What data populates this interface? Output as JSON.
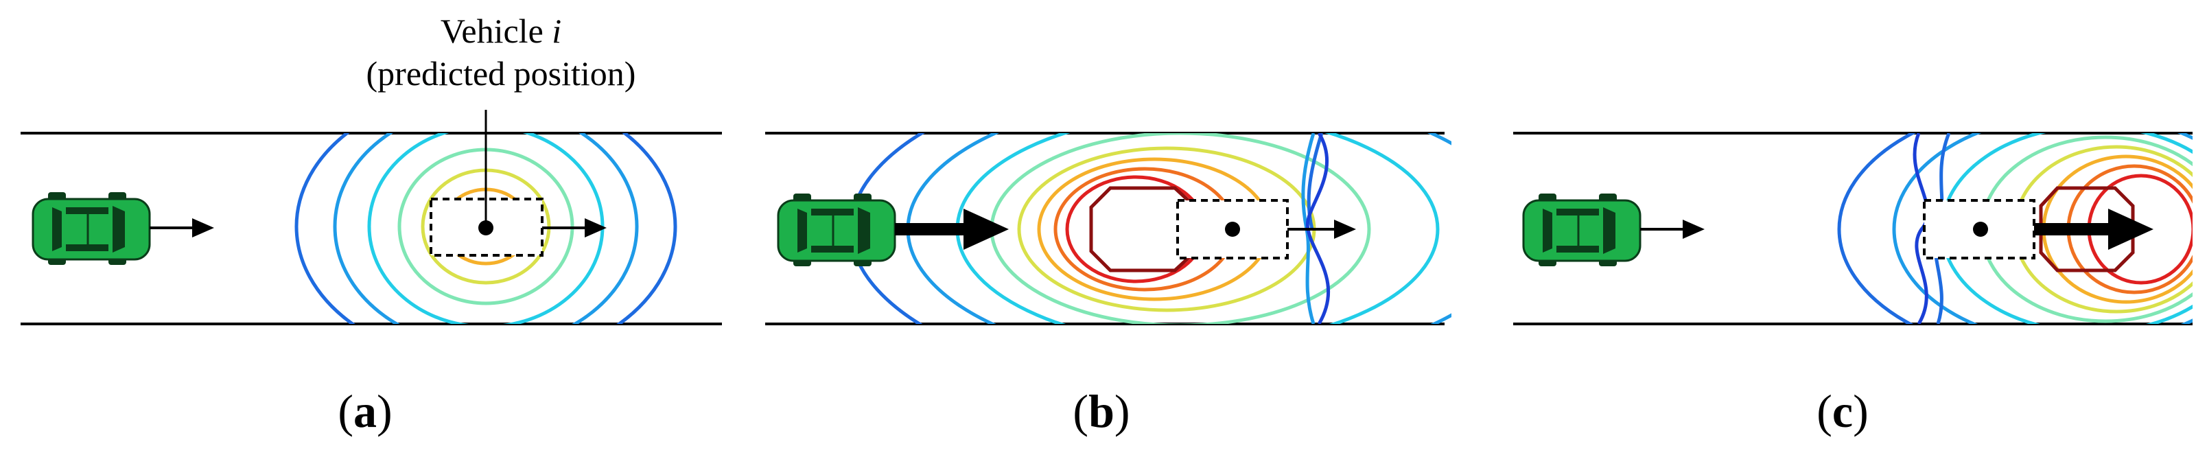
{
  "annotation": {
    "line1_prefix": "Vehicle ",
    "line1_var": "i",
    "line2": "(predicted position)"
  },
  "panels": [
    {
      "id": "a",
      "label_open": "(",
      "label_letter": "a",
      "label_close": ")"
    },
    {
      "id": "b",
      "label_open": "(",
      "label_letter": "b",
      "label_close": ")"
    },
    {
      "id": "c",
      "label_open": "(",
      "label_letter": "c",
      "label_close": ")"
    }
  ],
  "colors": {
    "car_body": "#1db04a",
    "car_dark": "#0b3d1a",
    "road": "#000000",
    "contours": [
      "#1a3fd6",
      "#1e82e6",
      "#22cde8",
      "#7fe6b4",
      "#d9e04a",
      "#f5b02a",
      "#f07020",
      "#e02020",
      "#8b1010"
    ]
  }
}
